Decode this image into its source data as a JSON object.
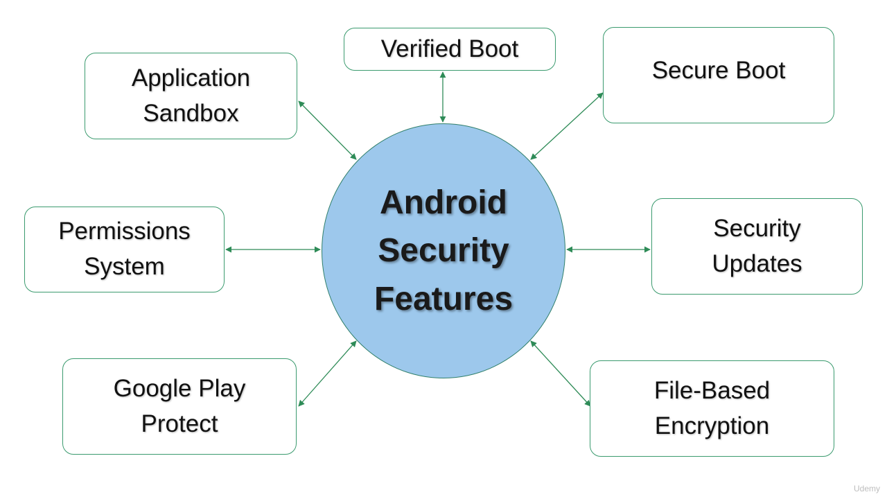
{
  "center": {
    "lines": [
      "Android",
      "Security",
      "Features"
    ]
  },
  "features": {
    "verified_boot": [
      "Verified Boot"
    ],
    "secure_boot": [
      "Secure Boot"
    ],
    "app_sandbox": [
      "Application",
      "Sandbox"
    ],
    "permissions": [
      "Permissions",
      "System"
    ],
    "security_updates": [
      "Security",
      "Updates"
    ],
    "play_protect": [
      "Google Play",
      "Protect"
    ],
    "fbe": [
      "File-Based",
      "Encryption"
    ]
  },
  "watermark": "Udemy",
  "colors": {
    "connector": "#2e8b57",
    "box_border": "#3a9a6e",
    "circle_fill": "#9dc8ec"
  }
}
